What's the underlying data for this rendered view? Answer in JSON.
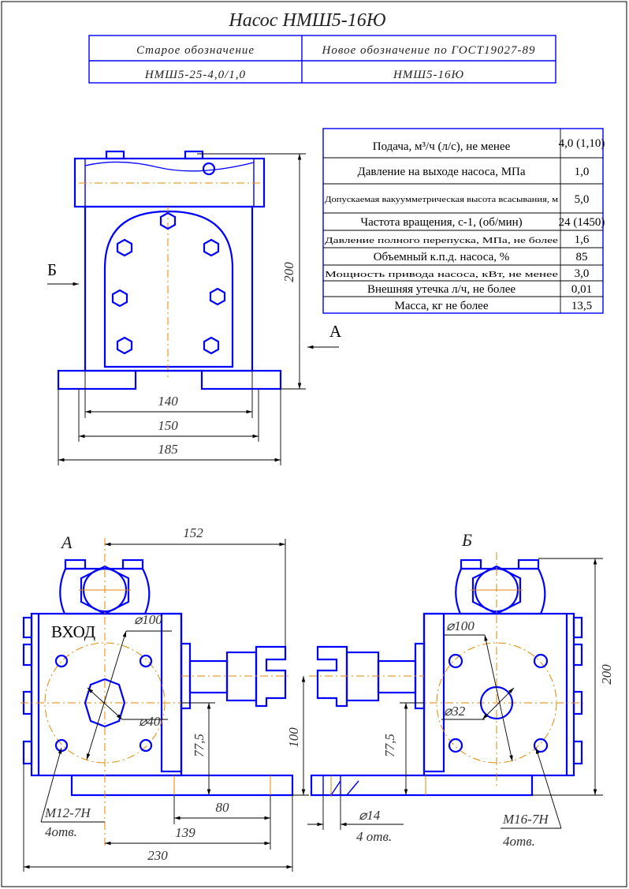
{
  "title": "Насос НМШ5-16Ю",
  "designation_table": {
    "headers": [
      "Старое обозначение",
      "Новое обозначение по ГОСТ19027-89"
    ],
    "values": [
      "НМШ5-25-4,0/1,0",
      "НМШ5-16Ю"
    ]
  },
  "specs": [
    {
      "label": "Подача, м³/ч (л/с), не менее",
      "value": "4,0 (1,10)"
    },
    {
      "label": "Давление на выходе насоса, МПа",
      "value": "1,0"
    },
    {
      "label": "Допускаемая вакуумметрическая высота всасывания, м",
      "value": "5,0"
    },
    {
      "label": "Частота вращения, с-1, (об/мин)",
      "value": "24 (1450)"
    },
    {
      "label": "Давление полного перепуска, МПа, не более",
      "value": "1,6"
    },
    {
      "label": "Объемный к.п.д. насоса, %",
      "value": "85"
    },
    {
      "label": "Мощность привода насоса, кВт, не менее",
      "value": "3,0"
    },
    {
      "label": "Внешняя утечка л/ч, не более",
      "value": "0,01"
    },
    {
      "label": "Масса, кг не более",
      "value": "13,5"
    }
  ],
  "top_view": {
    "view_b": "Б",
    "view_a": "А",
    "dims": {
      "height": "200",
      "d140": "140",
      "d150": "150",
      "d185": "185"
    }
  },
  "view_a": {
    "label": "А",
    "inlet": "ВХОД",
    "dims": {
      "d152": "152",
      "phi100": "⌀100",
      "phi40": "⌀40",
      "h775": "77,5",
      "h100": "100",
      "d80": "80",
      "d139": "139",
      "d230": "230",
      "thread": "M12-7H",
      "holes": "4отв."
    }
  },
  "view_b": {
    "label": "Б",
    "dims": {
      "phi100": "⌀100",
      "phi32": "⌀32",
      "h775": "77,5",
      "h200": "200",
      "phi14": "⌀14",
      "holes14": "4 отв.",
      "thread": "M16-7H",
      "holes": "4отв."
    }
  },
  "colors": {
    "outline": "#0000ff",
    "centerline": "#e08a00",
    "dimension": "#000000"
  }
}
